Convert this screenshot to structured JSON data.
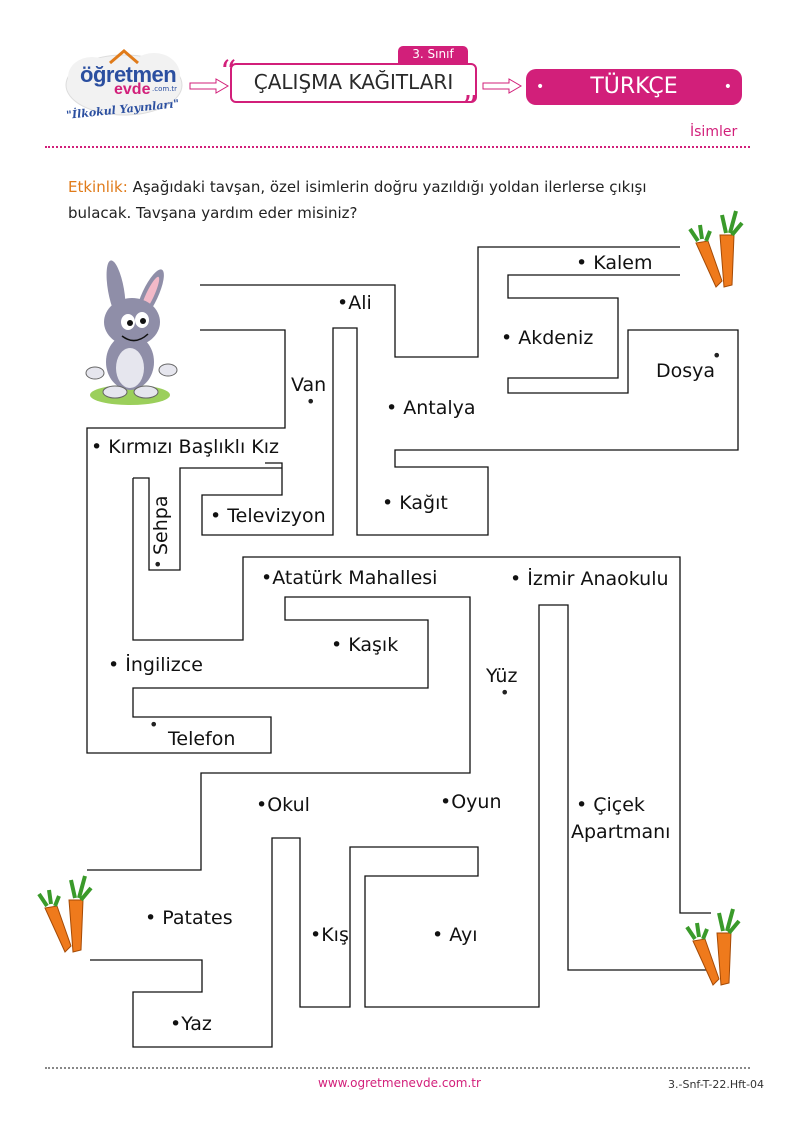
{
  "header": {
    "logo_main": "öğretmen",
    "logo_evde": "evde",
    "logo_domain": ".com.tr",
    "logo_tagline": "\"İlkokul Yayınları\"",
    "grade": "3. Sınıf",
    "title": "ÇALIŞMA KAĞITLARI",
    "subject": "TÜRKÇE",
    "topic": "İsimler"
  },
  "instruction": {
    "label": "Etkinlik:",
    "line1": "Aşağıdaki tavşan, özel isimlerin doğru yazıldığı yoldan ilerlerse çıkışı",
    "line2": "bulacak. Tavşana yardım eder misiniz?"
  },
  "maze_words": {
    "kalem": "• Kalem",
    "ali": "•Ali",
    "akdeniz": "• Akdeniz",
    "dosya": "Dosya",
    "van": "Van",
    "antalya": "• Antalya",
    "kirmizi": "• Kırmızı Başlıklı Kız",
    "kagit": "• Kağıt",
    "sehpa": "Sehpa",
    "televizyon": "• Televizyon",
    "ataturk": "•Atatürk Mahallesi",
    "izmir": "• İzmir Anaokulu",
    "kasik": "• Kaşık",
    "ingilizce": "• İngilizce",
    "yuz": "Yüz",
    "telefon": "Telefon",
    "okul": "•Okul",
    "oyun": "•Oyun",
    "cicek1": "• Çiçek",
    "cicek2": "Apartmanı",
    "patates": "• Patates",
    "kis": "•Kış",
    "ayi": "• Ayı",
    "yaz": "•Yaz"
  },
  "footer": {
    "website": "www.ogretmenevde.com.tr",
    "code": "3.-Snf-T-22.Hft-04"
  },
  "colors": {
    "accent": "#d21f7a",
    "orange": "#e07b1a",
    "blue": "#2b4fa0"
  }
}
